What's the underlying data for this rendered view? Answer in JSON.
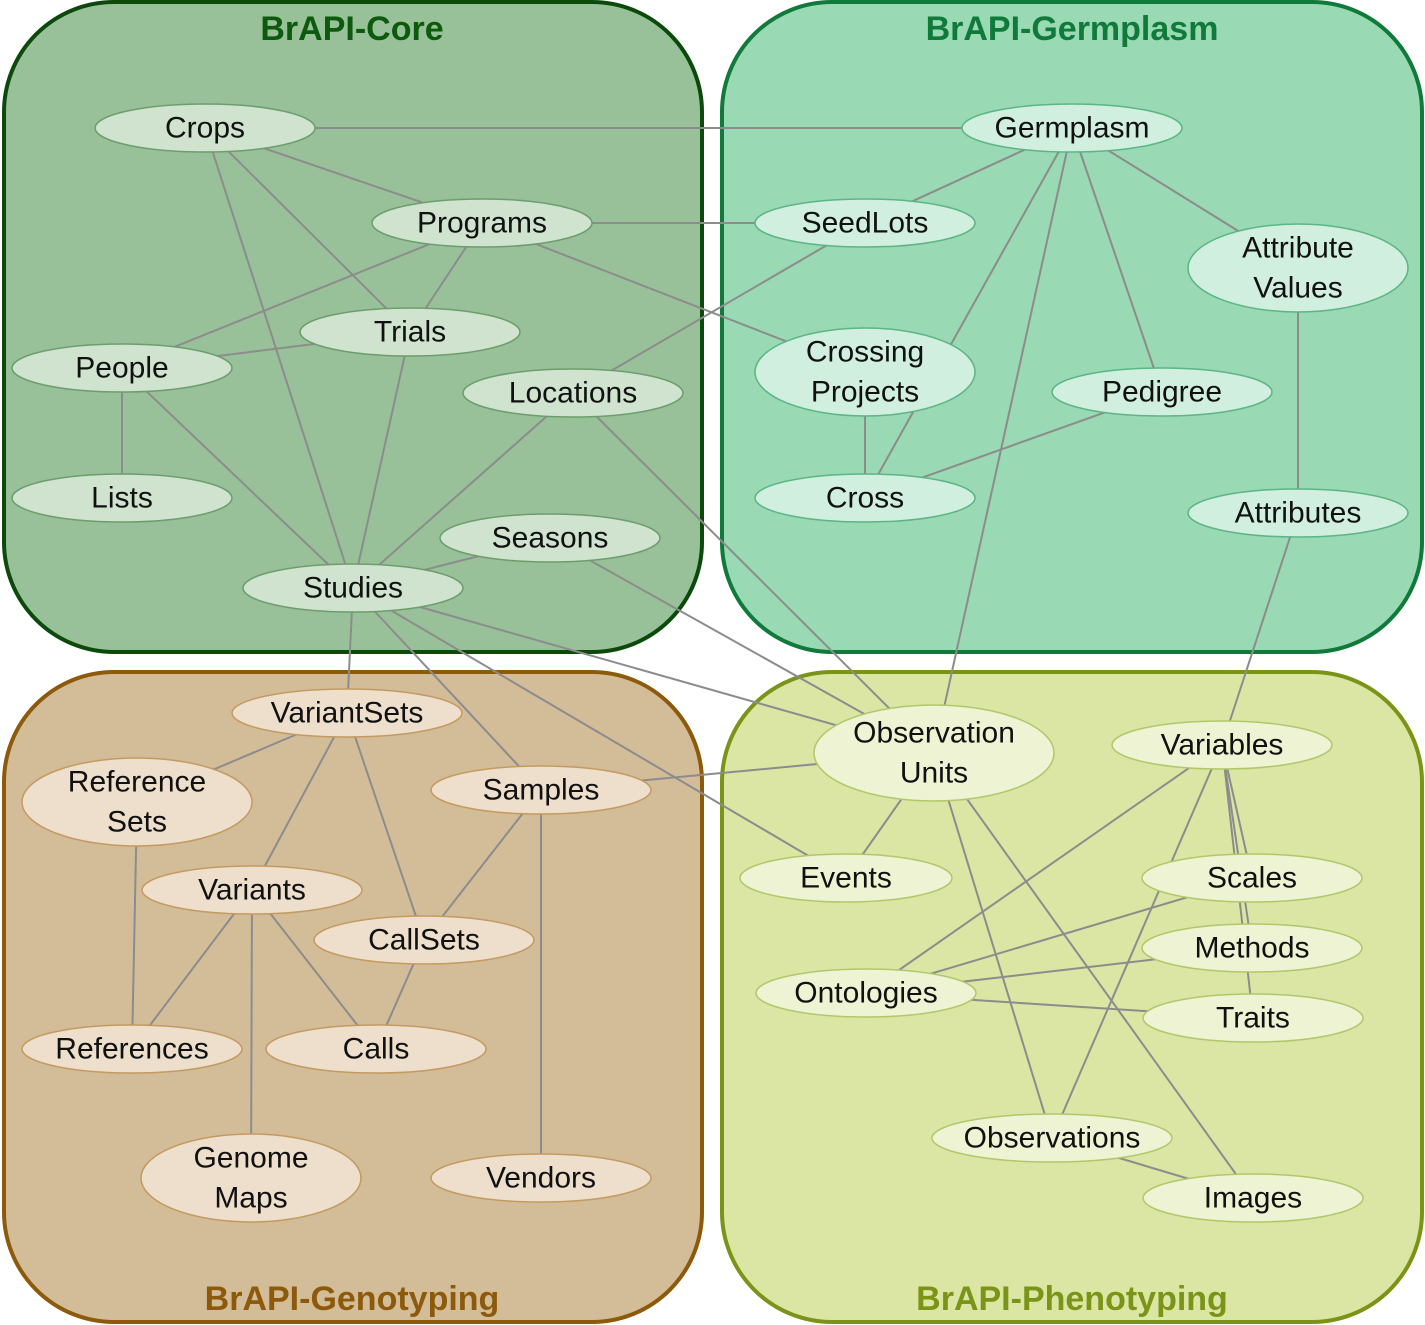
{
  "modules": {
    "core": {
      "title": "BrAPI-Core",
      "fill": "#99c199",
      "stroke": "#0c4a0c",
      "title_color": "#0c5a0c",
      "node_fill": "#cfe3cf",
      "node_stroke": "#6b9e6b"
    },
    "germplasm": {
      "title": "BrAPI-Germplasm",
      "fill": "#99d9b3",
      "stroke": "#0f7a3a",
      "title_color": "#0f7a3a",
      "node_fill": "#d1efdf",
      "node_stroke": "#5cb585"
    },
    "genotyping": {
      "title": "BrAPI-Genotyping",
      "fill": "#d3bd99",
      "stroke": "#8c5a0a",
      "title_color": "#8c5a0a",
      "node_fill": "#eddfcc",
      "node_stroke": "#c49a60"
    },
    "phenotyping": {
      "title": "BrAPI-Phenotyping",
      "fill": "#dbe6a4",
      "stroke": "#7a9417",
      "title_color": "#7a9417",
      "node_fill": "#edf3d3",
      "node_stroke": "#b2c76a"
    }
  },
  "nodes": [
    {
      "id": "crops",
      "module": "core",
      "lines": [
        "Crops"
      ]
    },
    {
      "id": "programs",
      "module": "core",
      "lines": [
        "Programs"
      ]
    },
    {
      "id": "trials",
      "module": "core",
      "lines": [
        "Trials"
      ]
    },
    {
      "id": "people",
      "module": "core",
      "lines": [
        "People"
      ]
    },
    {
      "id": "locations",
      "module": "core",
      "lines": [
        "Locations"
      ]
    },
    {
      "id": "lists",
      "module": "core",
      "lines": [
        "Lists"
      ]
    },
    {
      "id": "seasons",
      "module": "core",
      "lines": [
        "Seasons"
      ]
    },
    {
      "id": "studies",
      "module": "core",
      "lines": [
        "Studies"
      ]
    },
    {
      "id": "germplasm",
      "module": "germplasm",
      "lines": [
        "Germplasm"
      ]
    },
    {
      "id": "seedlots",
      "module": "germplasm",
      "lines": [
        "SeedLots"
      ]
    },
    {
      "id": "attribute-values",
      "module": "germplasm",
      "lines": [
        "Attribute",
        "Values"
      ]
    },
    {
      "id": "crossing-projects",
      "module": "germplasm",
      "lines": [
        "Crossing",
        "Projects"
      ]
    },
    {
      "id": "pedigree",
      "module": "germplasm",
      "lines": [
        "Pedigree"
      ]
    },
    {
      "id": "cross",
      "module": "germplasm",
      "lines": [
        "Cross"
      ]
    },
    {
      "id": "attributes",
      "module": "germplasm",
      "lines": [
        "Attributes"
      ]
    },
    {
      "id": "variantsets",
      "module": "genotyping",
      "lines": [
        "VariantSets"
      ]
    },
    {
      "id": "reference-sets",
      "module": "genotyping",
      "lines": [
        "Reference",
        "Sets"
      ]
    },
    {
      "id": "samples",
      "module": "genotyping",
      "lines": [
        "Samples"
      ]
    },
    {
      "id": "variants",
      "module": "genotyping",
      "lines": [
        "Variants"
      ]
    },
    {
      "id": "callsets",
      "module": "genotyping",
      "lines": [
        "CallSets"
      ]
    },
    {
      "id": "references",
      "module": "genotyping",
      "lines": [
        "References"
      ]
    },
    {
      "id": "calls",
      "module": "genotyping",
      "lines": [
        "Calls"
      ]
    },
    {
      "id": "genome-maps",
      "module": "genotyping",
      "lines": [
        "Genome",
        "Maps"
      ]
    },
    {
      "id": "vendors",
      "module": "genotyping",
      "lines": [
        "Vendors"
      ]
    },
    {
      "id": "observation-units",
      "module": "phenotyping",
      "lines": [
        "Observation",
        "Units"
      ]
    },
    {
      "id": "variables",
      "module": "phenotyping",
      "lines": [
        "Variables"
      ]
    },
    {
      "id": "events",
      "module": "phenotyping",
      "lines": [
        "Events"
      ]
    },
    {
      "id": "scales",
      "module": "phenotyping",
      "lines": [
        "Scales"
      ]
    },
    {
      "id": "methods",
      "module": "phenotyping",
      "lines": [
        "Methods"
      ]
    },
    {
      "id": "ontologies",
      "module": "phenotyping",
      "lines": [
        "Ontologies"
      ]
    },
    {
      "id": "traits",
      "module": "phenotyping",
      "lines": [
        "Traits"
      ]
    },
    {
      "id": "observations",
      "module": "phenotyping",
      "lines": [
        "Observations"
      ]
    },
    {
      "id": "images",
      "module": "phenotyping",
      "lines": [
        "Images"
      ]
    }
  ],
  "edges": [
    [
      "crops",
      "germplasm"
    ],
    [
      "crops",
      "programs"
    ],
    [
      "crops",
      "trials"
    ],
    [
      "crops",
      "studies"
    ],
    [
      "programs",
      "seedlots"
    ],
    [
      "programs",
      "crossing-projects"
    ],
    [
      "programs",
      "people"
    ],
    [
      "programs",
      "trials"
    ],
    [
      "trials",
      "people"
    ],
    [
      "trials",
      "studies"
    ],
    [
      "people",
      "lists"
    ],
    [
      "people",
      "studies"
    ],
    [
      "locations",
      "seedlots"
    ],
    [
      "locations",
      "studies"
    ],
    [
      "locations",
      "observation-units"
    ],
    [
      "seasons",
      "studies"
    ],
    [
      "seasons",
      "observation-units"
    ],
    [
      "studies",
      "observation-units"
    ],
    [
      "studies",
      "variantsets"
    ],
    [
      "studies",
      "samples"
    ],
    [
      "studies",
      "events"
    ],
    [
      "germplasm",
      "seedlots"
    ],
    [
      "germplasm",
      "attribute-values"
    ],
    [
      "germplasm",
      "pedigree"
    ],
    [
      "germplasm",
      "cross"
    ],
    [
      "germplasm",
      "observation-units"
    ],
    [
      "attribute-values",
      "attributes"
    ],
    [
      "crossing-projects",
      "cross"
    ],
    [
      "pedigree",
      "cross"
    ],
    [
      "attributes",
      "variables"
    ],
    [
      "variantsets",
      "reference-sets"
    ],
    [
      "variantsets",
      "variants"
    ],
    [
      "variantsets",
      "callsets"
    ],
    [
      "reference-sets",
      "references"
    ],
    [
      "samples",
      "observation-units"
    ],
    [
      "samples",
      "callsets"
    ],
    [
      "samples",
      "vendors"
    ],
    [
      "variants",
      "references"
    ],
    [
      "variants",
      "genome-maps"
    ],
    [
      "variants",
      "calls"
    ],
    [
      "callsets",
      "calls"
    ],
    [
      "observation-units",
      "events"
    ],
    [
      "observation-units",
      "observations"
    ],
    [
      "observation-units",
      "images"
    ],
    [
      "variables",
      "ontologies"
    ],
    [
      "variables",
      "observations"
    ],
    [
      "variables",
      "scales"
    ],
    [
      "variables",
      "methods"
    ],
    [
      "variables",
      "traits"
    ],
    [
      "scales",
      "ontologies"
    ],
    [
      "methods",
      "ontologies"
    ],
    [
      "traits",
      "ontologies"
    ],
    [
      "observations",
      "images"
    ]
  ]
}
